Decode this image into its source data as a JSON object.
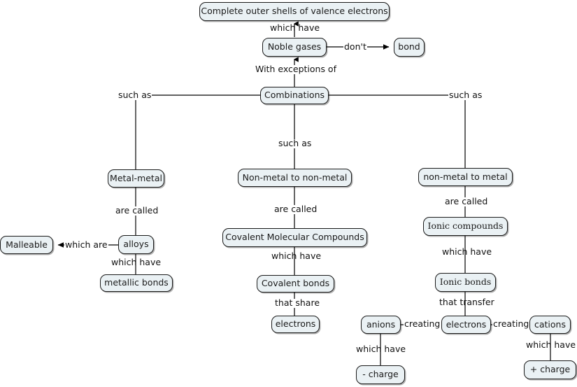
{
  "diagram": {
    "title": "Chemical bonding concept map",
    "node_fill": "#eaf1f4",
    "node_stroke": "#1a1a1a",
    "edge_stroke": "#000000",
    "background": "#ffffff"
  },
  "nodes": {
    "complete_outer_shells": "Complete outer shells of valence electrons",
    "noble_gases": "Noble gases",
    "bond": "bond",
    "combinations": "Combinations",
    "metal_metal": "Metal-metal",
    "non_metal_to_non_metal": "Non-metal to non-metal",
    "non_metal_to_metal": "non-metal to metal",
    "alloys": "alloys",
    "malleable": "Malleable",
    "metallic_bonds": "metallic bonds",
    "covalent_molecular_compounds": "Covalent Molecular Compounds",
    "covalent_bonds": "Covalent bonds",
    "electrons_covalent": "electrons",
    "ionic_compounds": "Ionic compounds",
    "ionic_bonds": "Ionic bonds",
    "electrons_ionic": "electrons",
    "anions": "anions",
    "cations": "cations",
    "minus_charge": "- charge",
    "plus_charge": "+ charge"
  },
  "edge_labels": {
    "which_have_top": "which have",
    "dont": "don't",
    "with_exceptions_of": "With exceptions of",
    "such_as_left": "such as",
    "such_as_middle": "such as",
    "such_as_right": "such as",
    "are_called_left": "are called",
    "are_called_middle": "are called",
    "are_called_right": "are called",
    "which_are": "which are",
    "which_have_alloys": "which have",
    "which_have_covalent": "which have",
    "which_have_ionic": "which have",
    "that_share": "that share",
    "that_transfer": "that transfer",
    "creating_left": "creating",
    "creating_right": "creating",
    "which_have_anions": "which have",
    "which_have_cations": "which have"
  }
}
